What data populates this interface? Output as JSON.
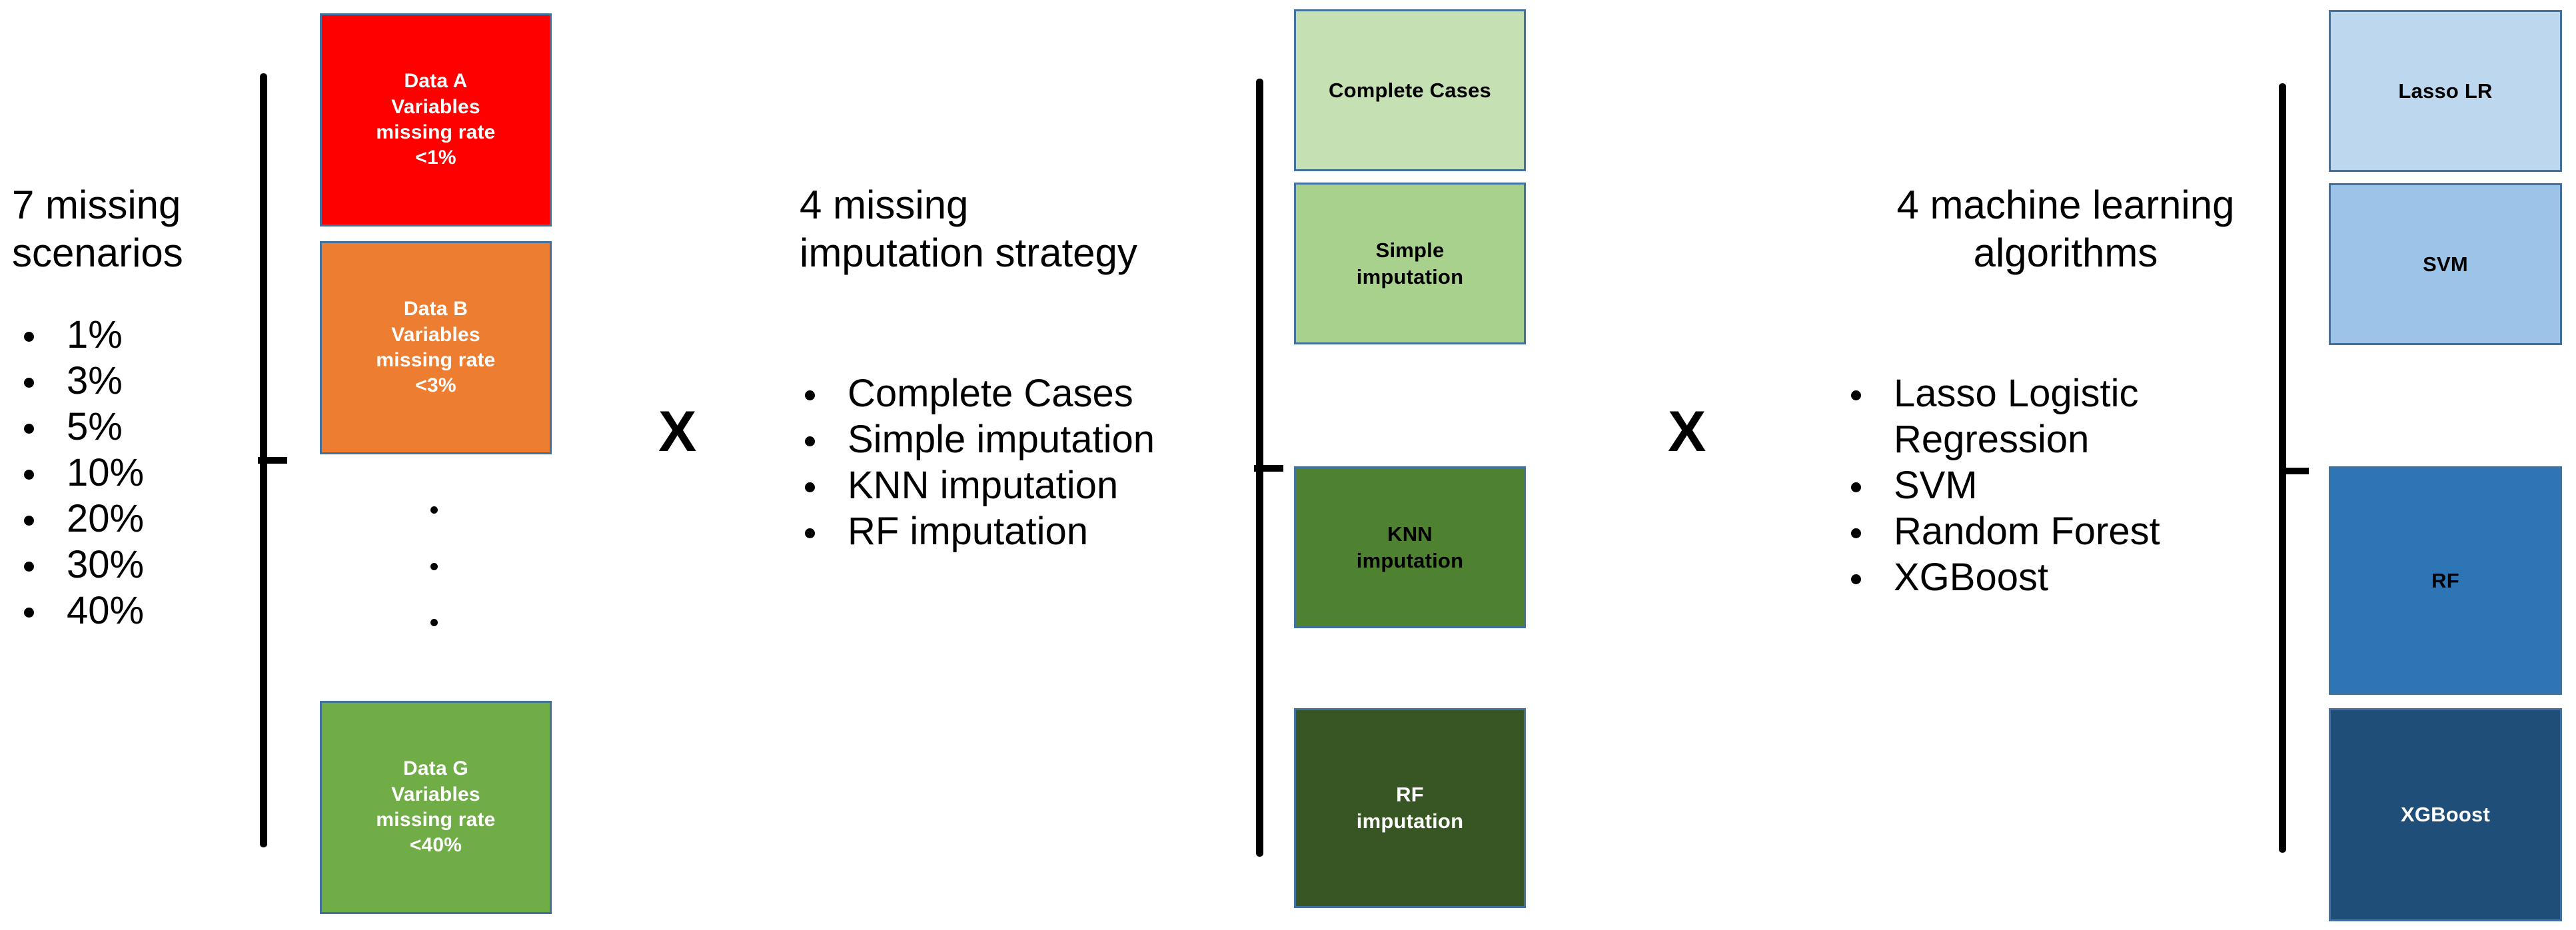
{
  "figure": {
    "kind": "study-design-flow-diagram"
  },
  "colors": {
    "box_border": "#41719c",
    "data_a": "#ff0000",
    "data_b": "#ed7d31",
    "data_g": "#70ad47",
    "complete_cases": "#c5e0b3",
    "simple_imputation": "#a9d18e",
    "knn_imputation": "#4e8130",
    "rf_imputation": "#375623",
    "lasso_lr": "#bdd7ee",
    "svm": "#9cc3e8",
    "rf": "#2e75b6",
    "xgboost": "#1f4e79",
    "text_dark": "#000000",
    "text_light": "#ffffff"
  },
  "scenarios": {
    "headline": "7 missing\nscenarios",
    "bullets": [
      "1%",
      "3%",
      "5%",
      "10%",
      "20%",
      "30%",
      "40%"
    ],
    "boxes": [
      {
        "label": "Data A\nVariables\nmissing rate\n<1%"
      },
      {
        "label": "Data B\nVariables\nmissing rate\n<3%"
      },
      {
        "label": "Data G\nVariables\nmissing rate\n<40%"
      }
    ],
    "ellipsis_dots": 3
  },
  "operators": {
    "first": "X",
    "second": "X"
  },
  "imputation": {
    "headline": "4 missing\nimputation strategy",
    "bullets": [
      "Complete Cases",
      "Simple imputation",
      "KNN imputation",
      "RF imputation"
    ],
    "boxes": [
      {
        "label": "Complete Cases"
      },
      {
        "label": "Simple\nimputation"
      },
      {
        "label": "KNN\nimputation"
      },
      {
        "label": "RF\nimputation"
      }
    ]
  },
  "algorithms": {
    "headline": "4 machine learning\nalgorithms",
    "bullets": [
      "Lasso Logistic\nRegression",
      "SVM",
      "Random Forest",
      "XGBoost"
    ],
    "boxes": [
      {
        "label": "Lasso LR"
      },
      {
        "label": "SVM"
      },
      {
        "label": "RF"
      },
      {
        "label": "XGBoost"
      }
    ]
  }
}
